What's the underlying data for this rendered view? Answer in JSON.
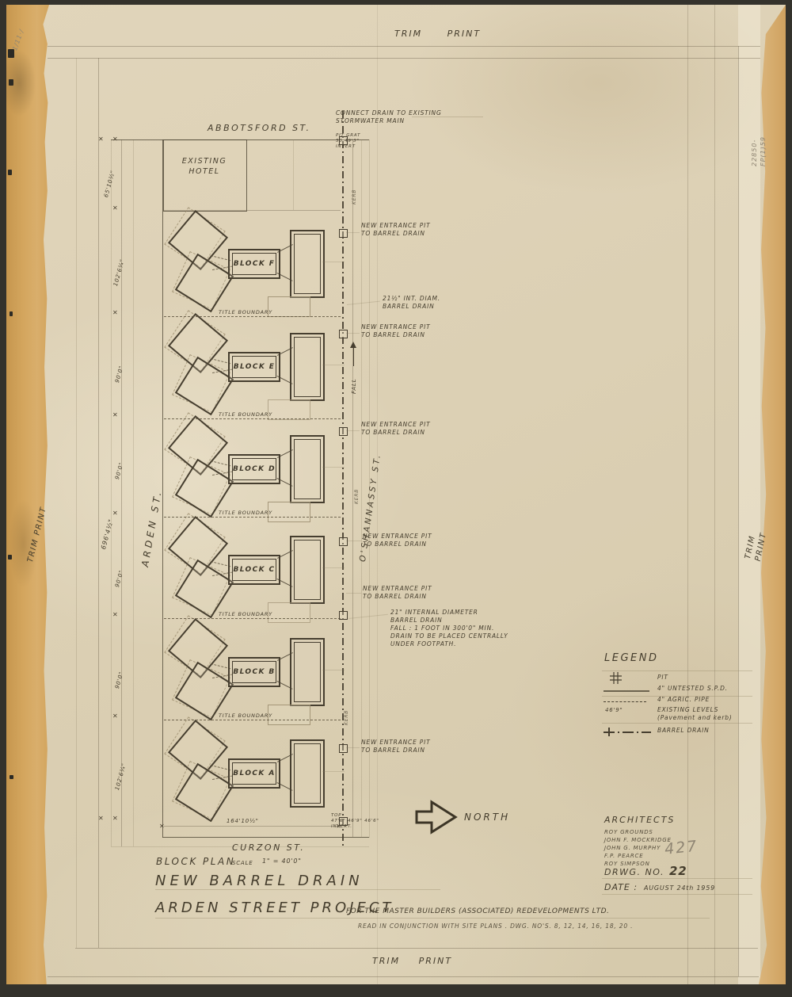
{
  "edge_marks": {
    "trim_print_top": "TRIM PRINT",
    "trim_print_bottom": "TRIM PRINT",
    "trim_print_left": "TRIM PRINT",
    "trim_print_right": "TRIM PRINT",
    "corner_scribble": "1/11·/",
    "file_number": "22850-FP(1)59",
    "job_number": "427"
  },
  "streets": {
    "top": "ABBOTSFORD ST.",
    "left": "ARDEN ST.",
    "right": "O'SHANNASSY ST.",
    "bottom": "CURZON ST."
  },
  "site": {
    "existing_hotel": "EXISTING\nHOTEL",
    "title_boundary_label": "TITLE BOUNDARY",
    "blocks": [
      {
        "label": "BLOCK F"
      },
      {
        "label": "BLOCK E"
      },
      {
        "label": "BLOCK D"
      },
      {
        "label": "BLOCK C"
      },
      {
        "label": "BLOCK B"
      },
      {
        "label": "BLOCK A"
      }
    ]
  },
  "drain": {
    "connect_note": "CONNECT DRAIN TO EXISTING\nSTORMWATER MAIN",
    "entrance_notes": [
      "NEW ENTRANCE PIT\nTO BARREL DRAIN",
      "NEW ENTRANCE PIT\nTO BARREL DRAIN",
      "NEW ENTRANCE PIT\nTO BARREL DRAIN",
      "NEW ENTRANCE PIT\nTO BARREL DRAIN",
      "NEW ENTRANCE PIT\nTO BARREL DRAIN",
      "NEW ENTRANCE PIT\nTO BARREL DRAIN"
    ],
    "diam_note": "21½\" INT. DIAM.\nBARREL DRAIN",
    "spec_note": "21\" INTERNAL DIAMETER\nBARREL DRAIN\nFALL : 1 FOOT IN 300'0\" MIN.\nDRAIN TO BE PLACED CENTRALLY\nUNDER FOOTPATH.",
    "fall_label": "FALL",
    "kerb_label": "KERB",
    "pit_levels_top": "PIT GRAT\n50  49'3\"\nINVERT",
    "pit_levels_bottom": "TOP\n47'6\"  46'9\"  46'6\"\nINVERT."
  },
  "dimensions": {
    "left": [
      "65'10½\"",
      "102'6¼\"",
      "90'0\"",
      "90'0\"",
      "90'0\"",
      "90'0\"",
      "102'6¼\""
    ],
    "overall": "696'4½\"",
    "bottom": "164'10½\""
  },
  "legend": {
    "title": "LEGEND",
    "items": [
      {
        "symbol": "pit-grid",
        "label": "PIT"
      },
      {
        "symbol": "solid-line",
        "label": "4\" UNTESTED S.P.D."
      },
      {
        "symbol": "dashed-line",
        "label": "4\" AGRIC. PIPE"
      },
      {
        "symbol": "level-text",
        "symbol_text": "46'9\"",
        "label": "EXISTING LEVELS\n(Pavement and kerb)"
      },
      {
        "symbol": "dash-dot-line",
        "label": "BARREL DRAIN"
      }
    ]
  },
  "north": {
    "label": "NORTH"
  },
  "title_block": {
    "plan_label": "BLOCK PLAN",
    "scale_label": "SCALE",
    "scale_value": "1\" = 40'0\"",
    "title_line1": "NEW BARREL DRAIN",
    "title_line2": "ARDEN STREET PROJECT",
    "client": "FOR THE MASTER BUILDERS (ASSOCIATED) REDEVELOPMENTS LTD.",
    "conjunction_note": "READ IN CONJUNCTION WITH SITE PLANS . DWG. NO'S.  8, 12, 14, 16, 18, 20 .",
    "architects_heading": "ARCHITECTS",
    "architects": [
      "ROY GROUNDS",
      "JOHN F. MOCKRIDGE",
      "JOHN G. MURPHY",
      "F.P. PEARCE",
      "ROY SIMPSON"
    ],
    "drawing_no_label": "DRWG. NO.",
    "drawing_no": "22",
    "date_label": "DATE :",
    "date_value": "AUGUST 24th 1959"
  },
  "colors": {
    "paper": "#ddd1b5",
    "ink": "#4a4232",
    "pencil": "#8f8573",
    "tape": "#d2a05a"
  }
}
